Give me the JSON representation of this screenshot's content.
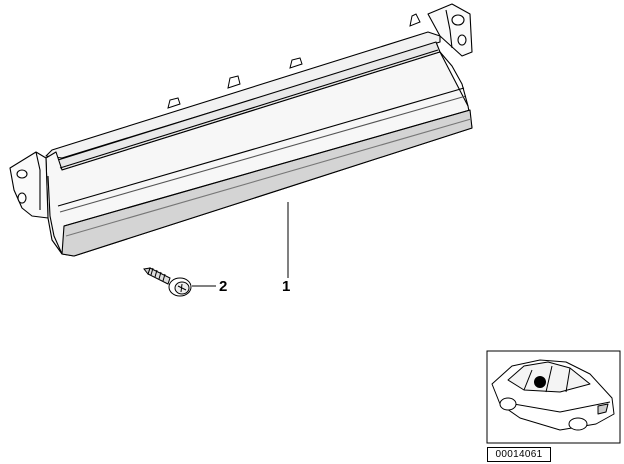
{
  "diagram": {
    "callouts": [
      {
        "id": "1",
        "label": "1"
      },
      {
        "id": "2",
        "label": "2"
      }
    ],
    "reference_number": "00014061"
  }
}
